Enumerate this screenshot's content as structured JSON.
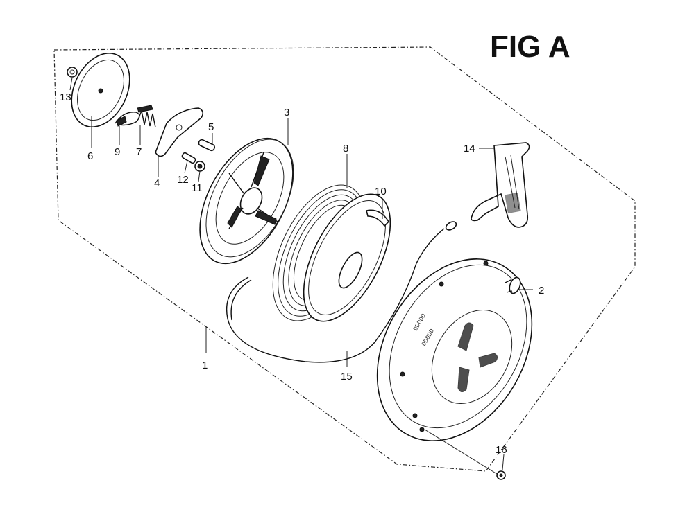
{
  "title": "FIG A",
  "callouts": [
    {
      "id": "c1",
      "label": "1"
    },
    {
      "id": "c2",
      "label": "2"
    },
    {
      "id": "c3",
      "label": "3"
    },
    {
      "id": "c4",
      "label": "4"
    },
    {
      "id": "c5",
      "label": "5"
    },
    {
      "id": "c6",
      "label": "6"
    },
    {
      "id": "c7",
      "label": "7"
    },
    {
      "id": "c8",
      "label": "8"
    },
    {
      "id": "c9",
      "label": "9"
    },
    {
      "id": "c10",
      "label": "10"
    },
    {
      "id": "c11",
      "label": "11"
    },
    {
      "id": "c12",
      "label": "12"
    },
    {
      "id": "c13",
      "label": "13"
    },
    {
      "id": "c14",
      "label": "14"
    },
    {
      "id": "c15",
      "label": "15"
    },
    {
      "id": "c16",
      "label": "16"
    }
  ]
}
